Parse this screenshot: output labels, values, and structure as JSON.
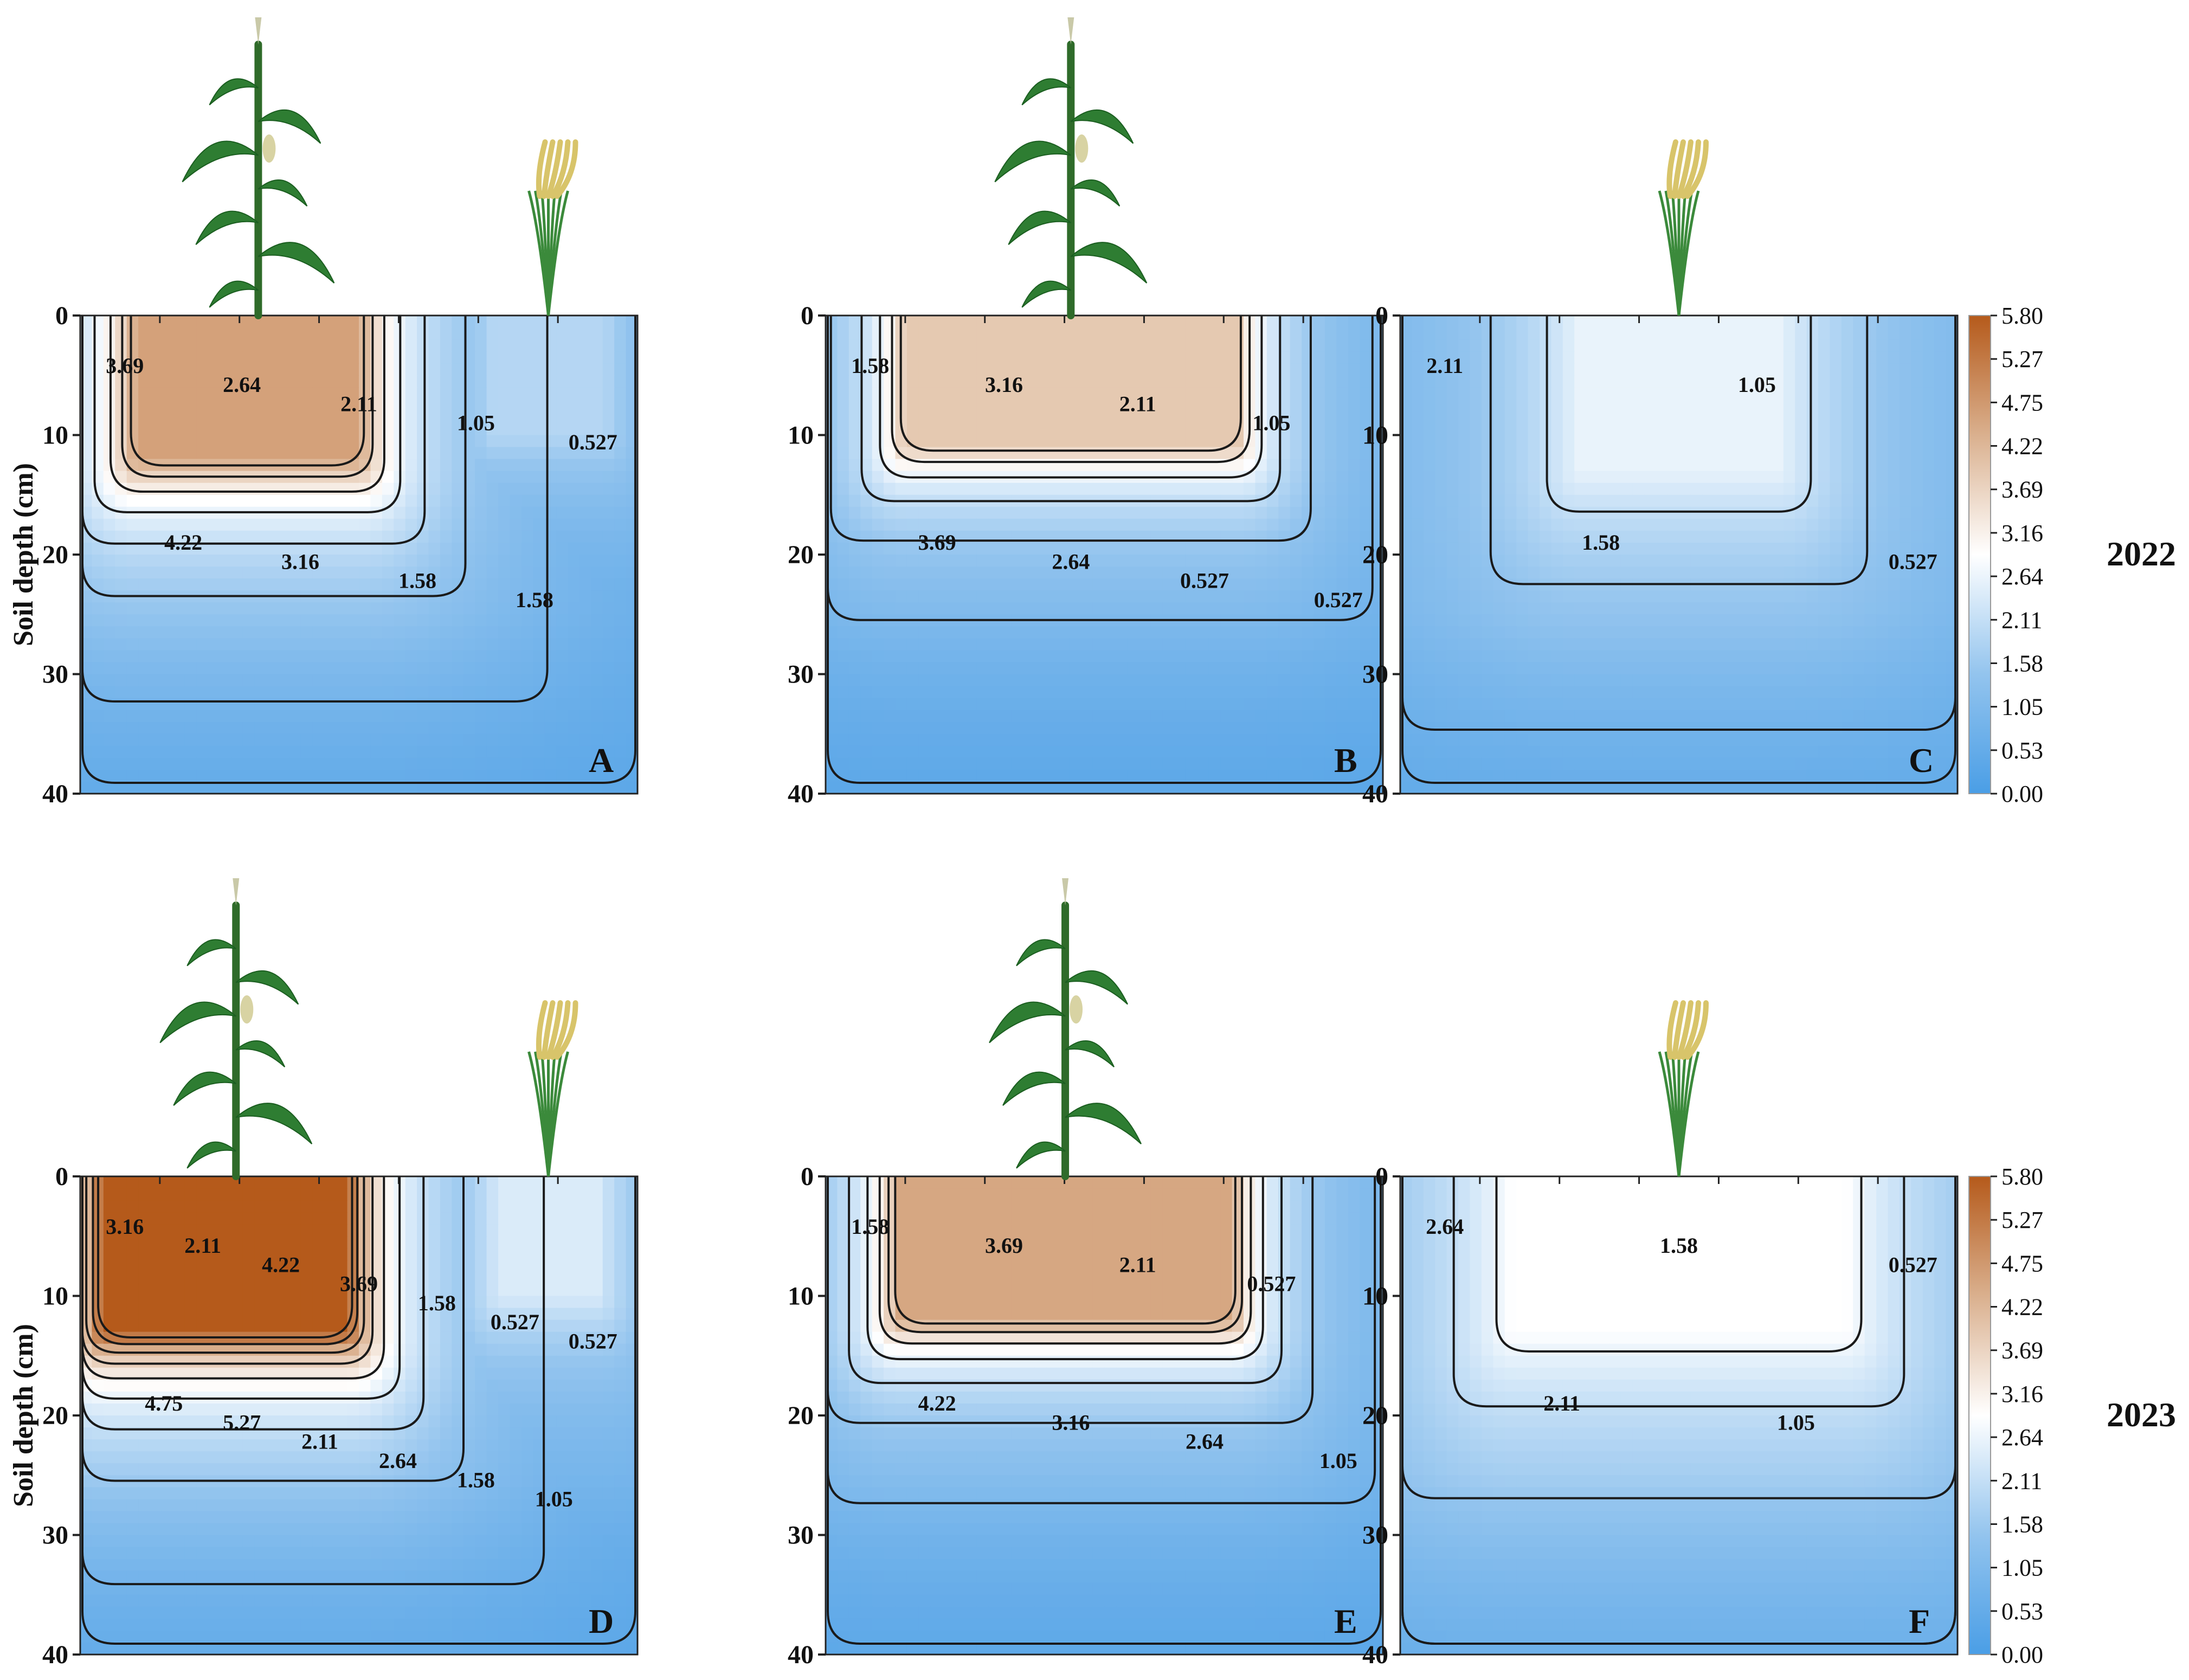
{
  "chart_data": {
    "type": "heatmap",
    "ylabel": "Soil depth (cm)",
    "yticks": [
      0,
      10,
      20,
      30,
      40
    ],
    "ylim": [
      40,
      0
    ],
    "colorbar": {
      "min": 0.0,
      "max": 5.8,
      "ticks": [
        "5.80",
        "5.27",
        "4.75",
        "4.22",
        "3.69",
        "3.16",
        "2.64",
        "2.11",
        "1.58",
        "1.05",
        "0.53",
        "0.00"
      ],
      "colors": {
        "low": "#4a9ee6",
        "mid": "#ffffff",
        "high": "#b55a1b"
      }
    },
    "year_labels": [
      "2022",
      "2023"
    ],
    "panels": [
      {
        "id": "A",
        "year": "2022",
        "plants": [
          "maize",
          "rice"
        ],
        "contour_labels": [
          "3.69",
          "4.22",
          "2.64",
          "3.16",
          "2.11",
          "1.58",
          "1.05",
          "1.58",
          "0.527"
        ]
      },
      {
        "id": "B",
        "year": "2022",
        "plants": [
          "maize"
        ],
        "contour_labels": [
          "1.58",
          "3.69",
          "3.16",
          "2.64",
          "2.11",
          "0.527",
          "1.05",
          "0.527"
        ]
      },
      {
        "id": "C",
        "year": "2022",
        "plants": [
          "rice"
        ],
        "contour_labels": [
          "2.11",
          "1.58",
          "1.05",
          "0.527"
        ]
      },
      {
        "id": "D",
        "year": "2023",
        "plants": [
          "maize",
          "rice"
        ],
        "contour_labels": [
          "3.16",
          "4.75",
          "2.11",
          "5.27",
          "4.22",
          "2.11",
          "3.69",
          "2.64",
          "1.58",
          "1.58",
          "0.527",
          "1.05",
          "0.527"
        ]
      },
      {
        "id": "E",
        "year": "2023",
        "plants": [
          "maize"
        ],
        "contour_labels": [
          "1.58",
          "4.22",
          "3.69",
          "3.16",
          "2.11",
          "2.64",
          "0.527",
          "1.05"
        ]
      },
      {
        "id": "F",
        "year": "2023",
        "plants": [
          "rice"
        ],
        "contour_labels": [
          "2.64",
          "2.11",
          "1.58",
          "1.05",
          "0.527"
        ]
      }
    ]
  }
}
